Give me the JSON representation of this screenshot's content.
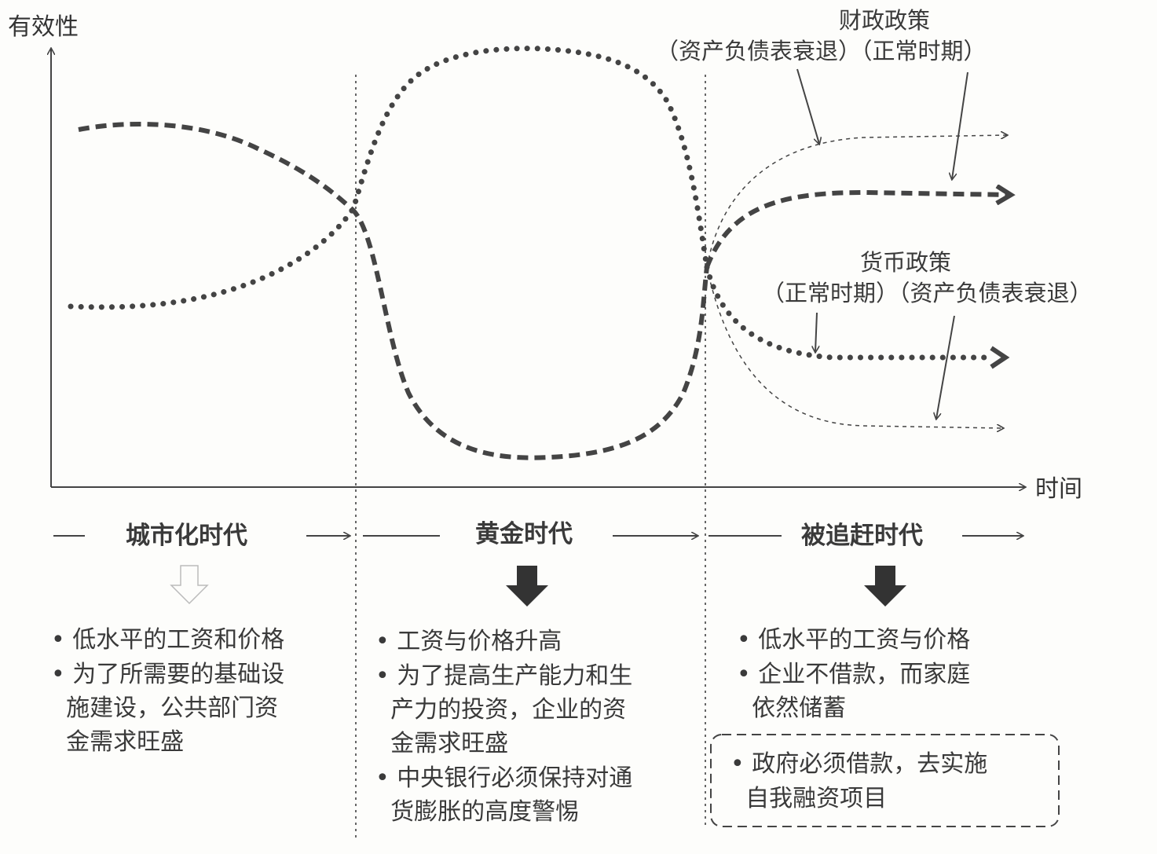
{
  "axes": {
    "y_label": "有效性",
    "x_label": "时间"
  },
  "annotations": {
    "fiscal": {
      "title": "财政政策",
      "sub": "（资产负债表衰退）（正常时期）"
    },
    "monetary": {
      "title": "货币政策",
      "sub": "（正常时期）（资产负债表衰退）"
    }
  },
  "eras": [
    {
      "label": "城市化时代",
      "arrow_style": "outline",
      "bullets": [
        "• 低水平的工资和价格",
        "• 为了所需要的基础设",
        "  施建设，公共部门资",
        "  金需求旺盛"
      ]
    },
    {
      "label": "黄金时代",
      "arrow_style": "filled",
      "bullets": [
        "• 工资与价格升高",
        "• 为了提高生产能力和生",
        "  产力的投资，企业的资",
        "  金需求旺盛",
        "• 中央银行必须保持对通",
        "  货膨胀的高度警惕"
      ]
    },
    {
      "label": "被追赶时代",
      "arrow_style": "filled",
      "bullets": [
        "• 低水平的工资与价格",
        "• 企业不借款，而家庭",
        "  依然储蓄"
      ],
      "boxed": [
        "• 政府必须借款，去实施",
        "  自我融资项目"
      ]
    }
  ],
  "colors": {
    "ink": "#3a3a3a",
    "background": "#fdfdfb"
  }
}
